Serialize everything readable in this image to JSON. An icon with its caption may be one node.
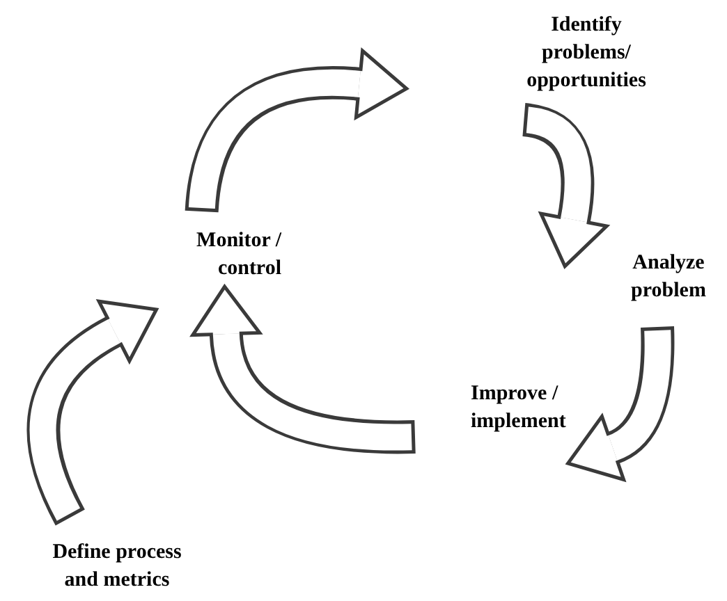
{
  "diagram": {
    "nodes": [
      {
        "text": [
          "Identify problems/ opportunities"
        ]
      },
      {
        "text": [
          "Analyze problem"
        ]
      },
      {
        "text": [
          "Improve / implement"
        ]
      },
      {
        "text": [
          "Monitor / control"
        ]
      },
      {
        "text": [
          "Define process and metrics"
        ]
      }
    ],
    "edges": [
      {
        "from": 3,
        "to": 0,
        "arrow": "to"
      },
      {
        "from": 0,
        "to": 1,
        "arrow": "to"
      },
      {
        "from": 1,
        "to": 2,
        "arrow": "to"
      },
      {
        "from": 2,
        "to": 3,
        "arrow": "to"
      },
      {
        "from": 4,
        "to": 3,
        "arrow": "to"
      }
    ]
  }
}
